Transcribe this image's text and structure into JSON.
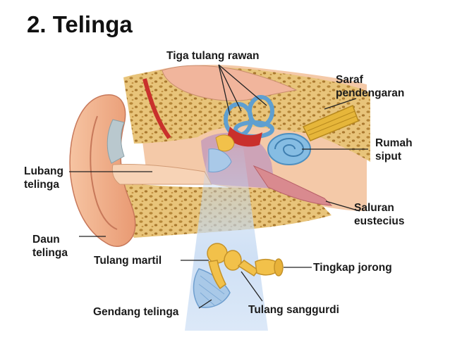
{
  "title": "2. Telinga",
  "labels": {
    "tiga_tulang_rawan": "Tiga tulang rawan",
    "saraf_pendengaran": [
      "Saraf",
      "pendengaran"
    ],
    "rumah_siput": [
      "Rumah",
      "siput"
    ],
    "lubang_telinga": [
      "Lubang",
      "telinga"
    ],
    "saluran_eustecius": [
      "Saluran",
      "eustecius"
    ],
    "daun_telinga": [
      "Daun",
      "telinga"
    ],
    "tulang_martil": "Tulang martil",
    "tingkap_jorong": "Tingkap jorong",
    "gendang_telinga": "Gendang telinga",
    "tulang_sanggurdi": "Tulang sanggurdi"
  },
  "colors": {
    "skin": "#f0b08a",
    "skin_dark": "#d8855e",
    "bone": "#e9c77a",
    "bone_pore": "#b98a3a",
    "bone_dark": "#a8742f",
    "canal": "#f7d3b6",
    "cochlea": "#7fb7dd",
    "nerve": "#e6b63a",
    "ossicle": "#f2c14a",
    "eardrum": "#a9c9e8",
    "red_tissue": "#c9302c",
    "beam": "#c9dcf2",
    "line": "#222222"
  }
}
